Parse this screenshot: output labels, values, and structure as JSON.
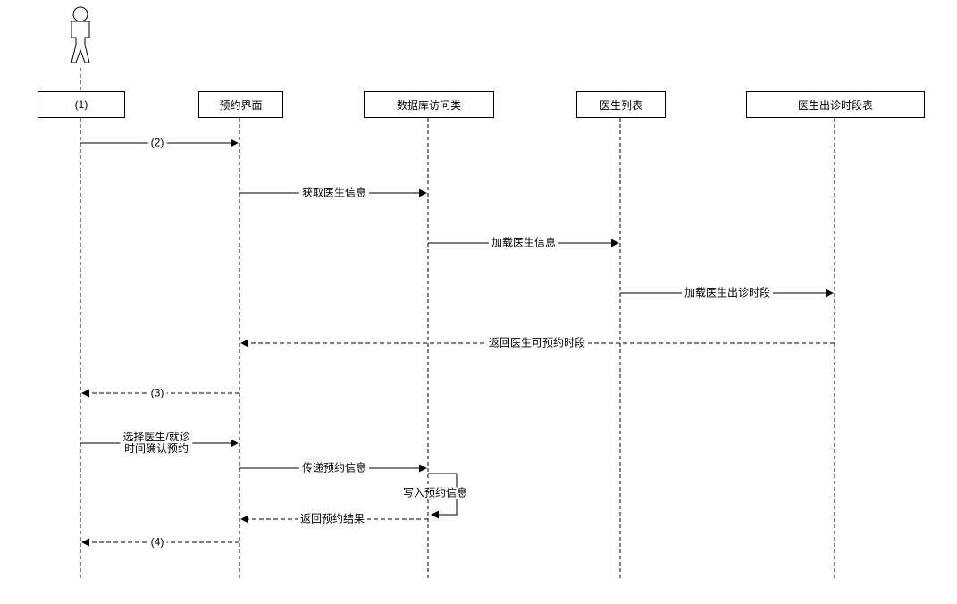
{
  "diagram": {
    "type": "uml-sequence",
    "colors": {
      "line": "#000000",
      "background": "#ffffff"
    },
    "actor": {
      "name": "user-actor"
    },
    "lifelines": [
      {
        "label": "(1)"
      },
      {
        "label": "预约界面"
      },
      {
        "label": "数据库访问类"
      },
      {
        "label": "医生列表"
      },
      {
        "label": "医生出诊时段表"
      }
    ],
    "messages": [
      {
        "label": "(2)",
        "from": "(1)",
        "to": "预约界面",
        "style": "solid"
      },
      {
        "label": "获取医生信息",
        "from": "预约界面",
        "to": "数据库访问类",
        "style": "solid"
      },
      {
        "label": "加载医生信息",
        "from": "数据库访问类",
        "to": "医生列表",
        "style": "solid"
      },
      {
        "label": "加载医生出诊时段",
        "from": "医生列表",
        "to": "医生出诊时段表",
        "style": "solid"
      },
      {
        "label": "返回医生可预约时段",
        "from": "医生出诊时段表",
        "to": "预约界面",
        "style": "dashed-return"
      },
      {
        "label": "(3)",
        "from": "预约界面",
        "to": "(1)",
        "style": "dashed-return"
      },
      {
        "label": "选择医生/就诊\n时间确认预约",
        "from": "(1)",
        "to": "预约界面",
        "style": "solid"
      },
      {
        "label": "传递预约信息",
        "from": "预约界面",
        "to": "数据库访问类",
        "style": "solid"
      },
      {
        "label": "写入预约信息",
        "from": "数据库访问类",
        "to": "数据库访问类",
        "style": "self"
      },
      {
        "label": "返回预约结果",
        "from": "数据库访问类",
        "to": "预约界面",
        "style": "dashed-return"
      },
      {
        "label": "(4)",
        "from": "预约界面",
        "to": "(1)",
        "style": "dashed-return"
      }
    ]
  }
}
